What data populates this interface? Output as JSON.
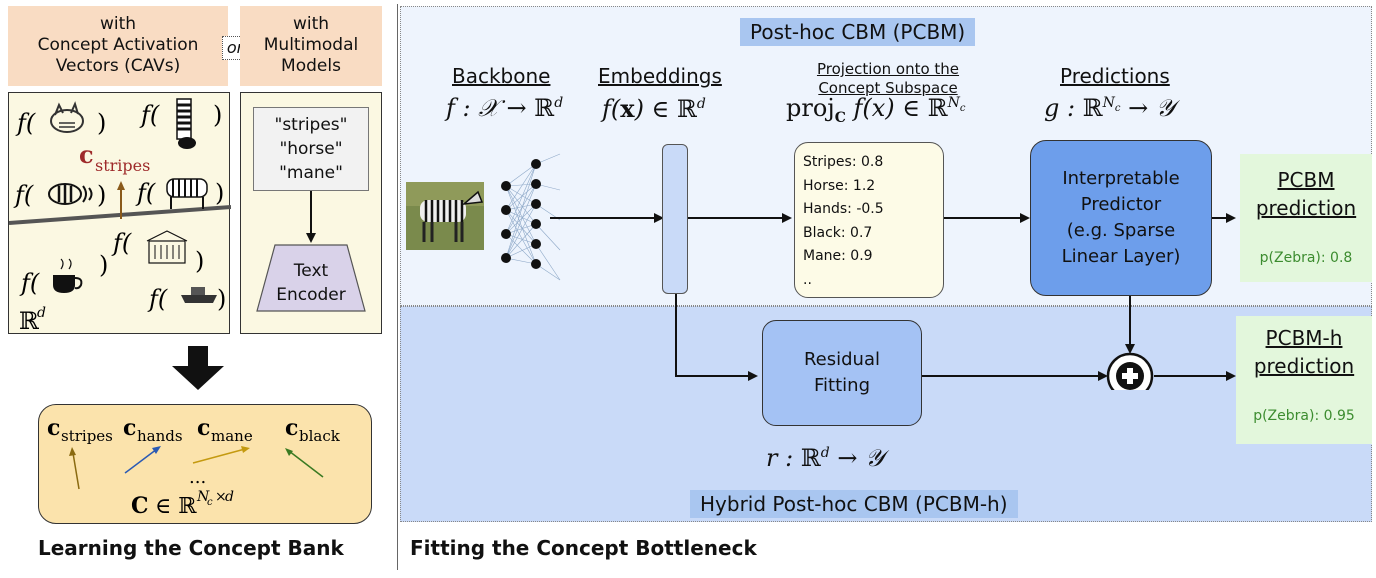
{
  "left": {
    "cav_header": "with\nConcept Activation\nVectors (CAVs)",
    "or_label": "or",
    "mm_header": "with\nMultimodal\nModels",
    "concept_words": [
      "\"stripes\"",
      "\"horse\"",
      "\"mane\""
    ],
    "text_encoder_label": "Text\nEncoder",
    "bank_title": "Learning the Concept Bank",
    "c_stripes_label": "stripes"
  },
  "main": {
    "pcbm_title": "Post-hoc CBM (PCBM)",
    "hybrid_title": "Hybrid Post-hoc CBM (PCBM-h)",
    "section_title": "Fitting the Concept Bottleneck",
    "backbone_label": "Backbone",
    "embeddings_label": "Embeddings",
    "projection_label": "Projection onto the\nConcept Subspace",
    "predictions_label": "Predictions",
    "concept_scores": [
      "Stripes: 0.8",
      "Horse: 1.2",
      "Hands: -0.5",
      "Black: 0.7",
      "Mane: 0.9",
      ".."
    ],
    "predictor_label": "Interpretable\nPredictor\n(e.g. Sparse\nLinear Layer)",
    "residual_label": "Residual\nFitting",
    "pcbm_pred_title": "PCBM\nprediction",
    "pcbm_pred_value": "p(Zebra): 0.8",
    "pcbmh_pred_title": "PCBM-h\nprediction",
    "pcbmh_pred_value": "p(Zebra): 0.95"
  },
  "colors": {
    "header_bg": "#f9dcc3",
    "panel_bg": "#fbf8e2",
    "pcbm_bg": "#eef4fd",
    "hybrid_bg": "#c9daf8",
    "title_bg": "#a9c6f0",
    "predictor_bg": "#6d9eeb",
    "residual_bg": "#a4c2f4",
    "pred_bg": "#e3f7dc",
    "green_text": "#3c8c2f"
  }
}
